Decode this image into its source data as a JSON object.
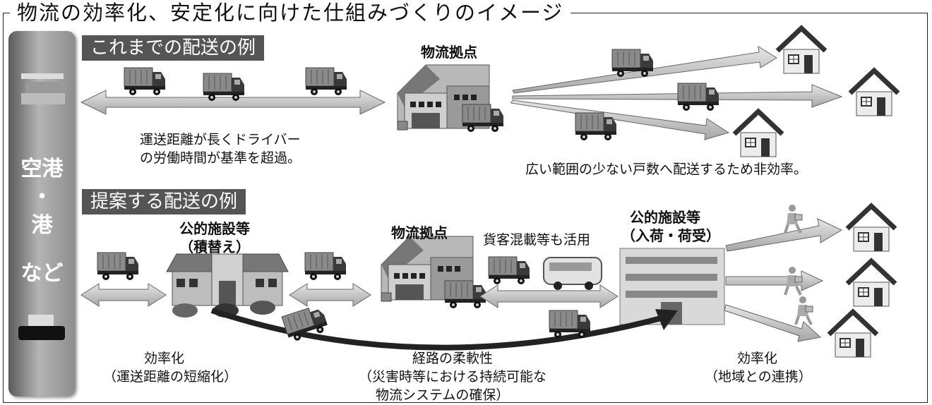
{
  "title": "物流の効率化、安定化に向けた仕組みづくりのイメージ",
  "sidebar": {
    "line1": "空港",
    "line2": "・",
    "line3": "港",
    "line4": "など"
  },
  "top": {
    "label": "これまでの配送の例",
    "hub": "物流拠点",
    "note_left_1": "運送距離が長くドライバー",
    "note_left_2": "の労働時間が基準を超過。",
    "note_right": "広い範囲の少ない戸数へ配送するため非効率。"
  },
  "bottom": {
    "label": "提案する配送の例",
    "facility_left_1": "公的施設等",
    "facility_left_2": "（積替え）",
    "hub": "物流拠点",
    "mixed": "貨客混載等も活用",
    "facility_right_1": "公的施設等",
    "facility_right_2": "（入荷・荷受）",
    "eff_left_1": "効率化",
    "eff_left_2": "（運送距離の短縮化）",
    "route_1": "経路の柔軟性",
    "route_2": "（災害時等における持続可能な",
    "route_3": "物流システムの確保）",
    "eff_right_1": "効率化",
    "eff_right_2": "（地域との連携）"
  }
}
